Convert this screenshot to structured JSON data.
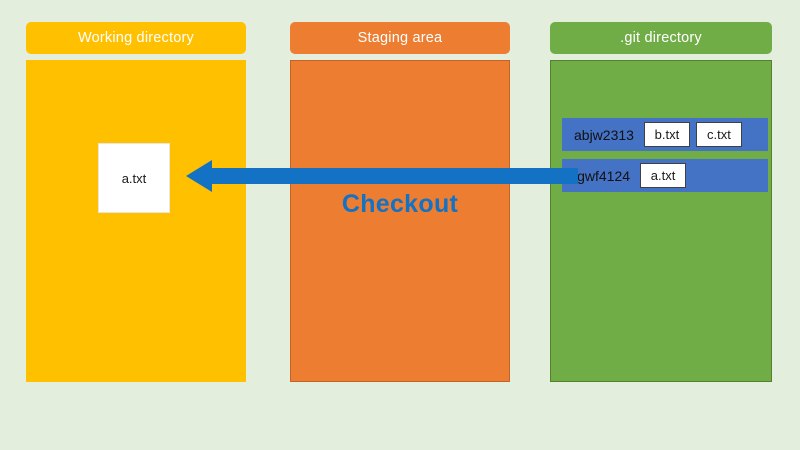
{
  "background_color": "#e4eedc",
  "columns": [
    {
      "id": "working-directory",
      "header_label": "Working directory",
      "header_color": "#ffc000",
      "panel_color": "#ffc000",
      "files": [
        {
          "name": "a.txt"
        }
      ]
    },
    {
      "id": "staging-area",
      "header_label": "Staging area",
      "header_color": "#ed7d31",
      "panel_color": "#ed7d31",
      "files": []
    },
    {
      "id": "git-directory",
      "header_label": ".git directory",
      "header_color": "#70ad47",
      "panel_color": "#70ad47",
      "commits": [
        {
          "hash": "abjw2313",
          "row_color": "#4472c4",
          "files": [
            "b.txt",
            "c.txt"
          ]
        },
        {
          "hash": "jgwf4124",
          "row_color": "#4472c4",
          "files": [
            "a.txt"
          ]
        }
      ]
    }
  ],
  "arrow": {
    "label": "Checkout",
    "color": "#1472c4",
    "direction": "left",
    "from": "git-directory",
    "to": "working-directory"
  }
}
